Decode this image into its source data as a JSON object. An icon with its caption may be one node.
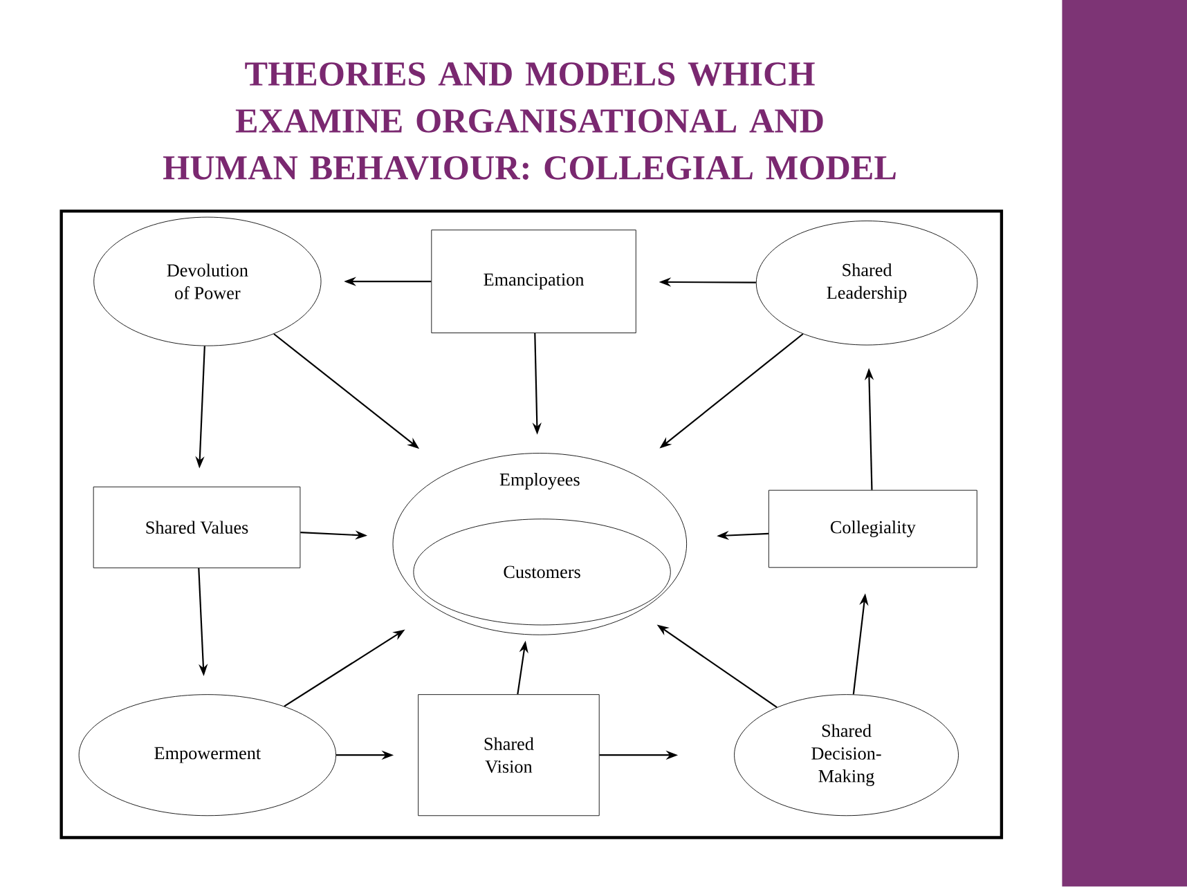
{
  "diagram": {
    "title": "THEORIES AND MODELS WHICH EXAMINE ORGANISATIONAL AND HUMAN BEHAVIOUR: COLLEGIAL MODEL",
    "nodes": [
      {
        "text": [
          "Devolution of Power"
        ]
      },
      {
        "text": [
          "Emancipation"
        ]
      },
      {
        "text": [
          "Shared Leadership"
        ]
      },
      {
        "text": [
          "Shared Values"
        ]
      },
      {
        "text": [
          "Employees"
        ]
      },
      {
        "text": [
          "Customers"
        ],
        "in": 4
      },
      {
        "text": [
          "Collegiality"
        ]
      },
      {
        "text": [
          "Empowerment"
        ]
      },
      {
        "text": [
          "Shared Vision"
        ]
      },
      {
        "text": [
          "Shared Decision-Making"
        ]
      }
    ],
    "edges": [
      {
        "from": 1,
        "to": 0,
        "arrow": "to"
      },
      {
        "from": 2,
        "to": 1,
        "arrow": "to"
      },
      {
        "from": 0,
        "to": 4,
        "arrow": "to"
      },
      {
        "from": 1,
        "to": 4,
        "arrow": "to"
      },
      {
        "from": 2,
        "to": 4,
        "arrow": "to"
      },
      {
        "from": 0,
        "to": 3,
        "arrow": "to"
      },
      {
        "from": 3,
        "to": 4,
        "arrow": "to"
      },
      {
        "from": 6,
        "to": 4,
        "arrow": "to"
      },
      {
        "from": 6,
        "to": 2,
        "arrow": "to"
      },
      {
        "from": 3,
        "to": 7,
        "arrow": "to"
      },
      {
        "from": 7,
        "to": 4,
        "arrow": "to"
      },
      {
        "from": 7,
        "to": 8,
        "arrow": "to"
      },
      {
        "from": 8,
        "to": 4,
        "arrow": "to"
      },
      {
        "from": 8,
        "to": 9,
        "arrow": "to"
      },
      {
        "from": 9,
        "to": 4,
        "arrow": "to"
      },
      {
        "from": 9,
        "to": 6,
        "arrow": "to"
      }
    ]
  }
}
